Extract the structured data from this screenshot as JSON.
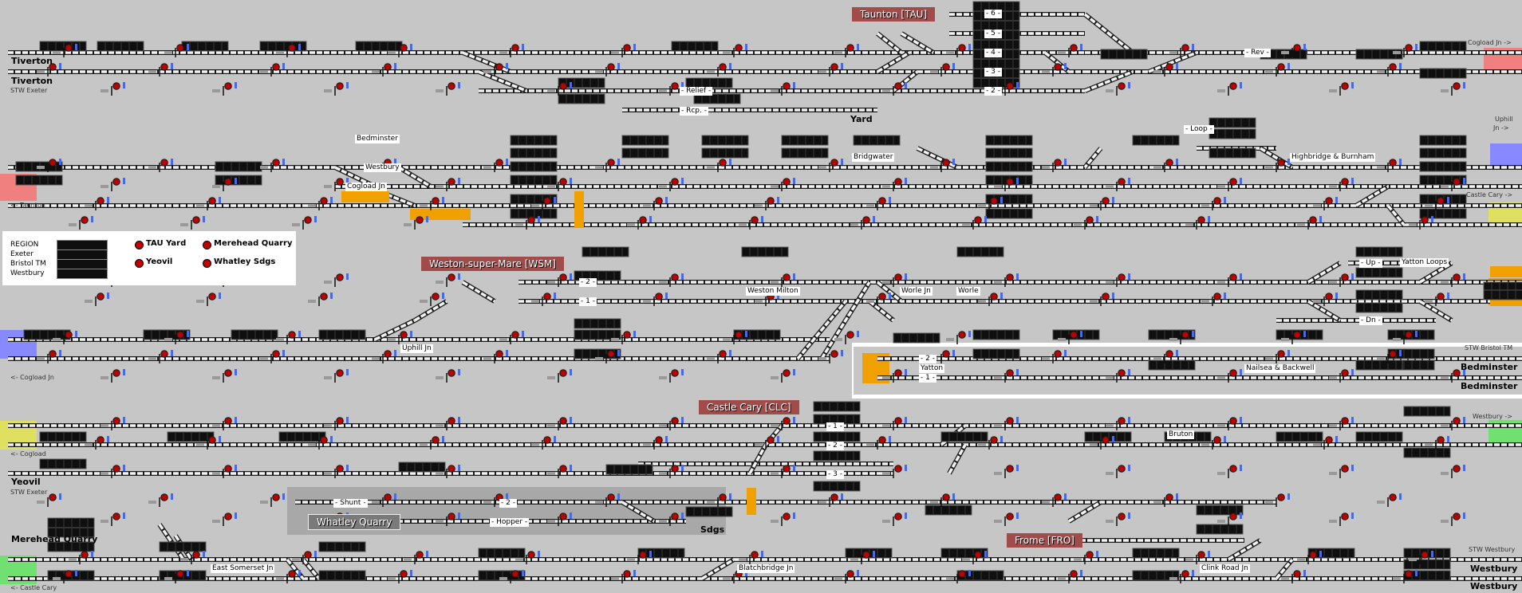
{
  "colors": {
    "background": "#c6c6c6",
    "area_title_bg": "#a24b4b",
    "taunton_boundary": "#f08080",
    "bristol_boundary": "#8888ff",
    "castle_cary_boundary": "#e0e060",
    "westbury_boundary": "#70e070",
    "signal_red": "#c00000",
    "overlap_orange": "#f0a000"
  },
  "area_titles": {
    "taunton": "Taunton [TAU]",
    "weston": "Weston-super-Mare [WSM]",
    "castle_cary": "Castle Cary [CLC]",
    "frome": "Frome [FRO]",
    "whatley": "Whatley Quarry"
  },
  "boundaries": {
    "cogload_right": "Cogload Jn ->",
    "uphill_right_1": "Uphill",
    "uphill_right_2": "Jn ->",
    "castle_cary_right": "Castle Cary ->",
    "taunton_left": "<- Taunton",
    "cogload_left": "<- Cogload Jn",
    "stw_bristol_tm": "STW Bristol TM",
    "westbury_right": "Westbury ->",
    "castle_cary_left": "<- Castle Cary",
    "cogload_left2": "<- Cogload",
    "stw_westbury": "STW Westbury",
    "stw_exeter": "STW Exeter",
    "stw_exeter2": "STW Exeter"
  },
  "locations": {
    "tiverton_1": "Tiverton",
    "tiverton_2": "Tiverton",
    "yard": "Yard",
    "bedminster_top": "Bedminster",
    "westbury_top": "Westbury",
    "cogload_jn": "Cogload Jn",
    "bridgwater": "Bridgwater",
    "highbridge": "Highbridge & Burnham",
    "weston_milton": "Weston Milton",
    "worle_jn": "Worle Jn",
    "worle": "Worle",
    "yatton_loops": "Yatton Loops",
    "uphill_jn": "Uphill Jn",
    "yatton": "Yatton",
    "nailsea": "Nailsea & Backwell",
    "bedminster_1": "Bedminster",
    "bedminster_2": "Bedminster",
    "bruton": "Bruton",
    "yeovil": "Yeovil",
    "sdgs": "Sdgs",
    "merehead_quarry": "Merehead Quarry",
    "east_somerset_jn": "East Somerset Jn",
    "blatchbridge_jn": "Blatchbridge Jn",
    "clink_road_jn": "Clink Road Jn",
    "westbury_1": "Westbury",
    "westbury_2": "Westbury"
  },
  "platforms": {
    "p6": "- 6 -",
    "p5": "- 5 -",
    "p4": "- 4 -",
    "p3": "- 3 -",
    "p2": "- 2 -",
    "rev": "- Rev -",
    "relief": "- Relief -",
    "rcp": "- Rcp. -",
    "loop": "- Loop -",
    "wsm2": "- 2 -",
    "wsm1": "- 1 -",
    "up": "- Up -",
    "dn": "- Dn -",
    "yat2": "- 2 -",
    "yat1": "- 1 -",
    "clc1": "- 1 -",
    "clc2": "- 2 -",
    "clc3": "- 3 -",
    "shunt": "- Shunt -",
    "wq2": "- 2 -",
    "hopper": "- Hopper -"
  },
  "legend": {
    "region_label": "REGION",
    "regions": [
      "Exeter",
      "Bristol TM",
      "Westbury"
    ],
    "items": [
      "TAU Yard",
      "Merehead Quarry",
      "Yeovil",
      "Whatley Sdgs"
    ]
  }
}
